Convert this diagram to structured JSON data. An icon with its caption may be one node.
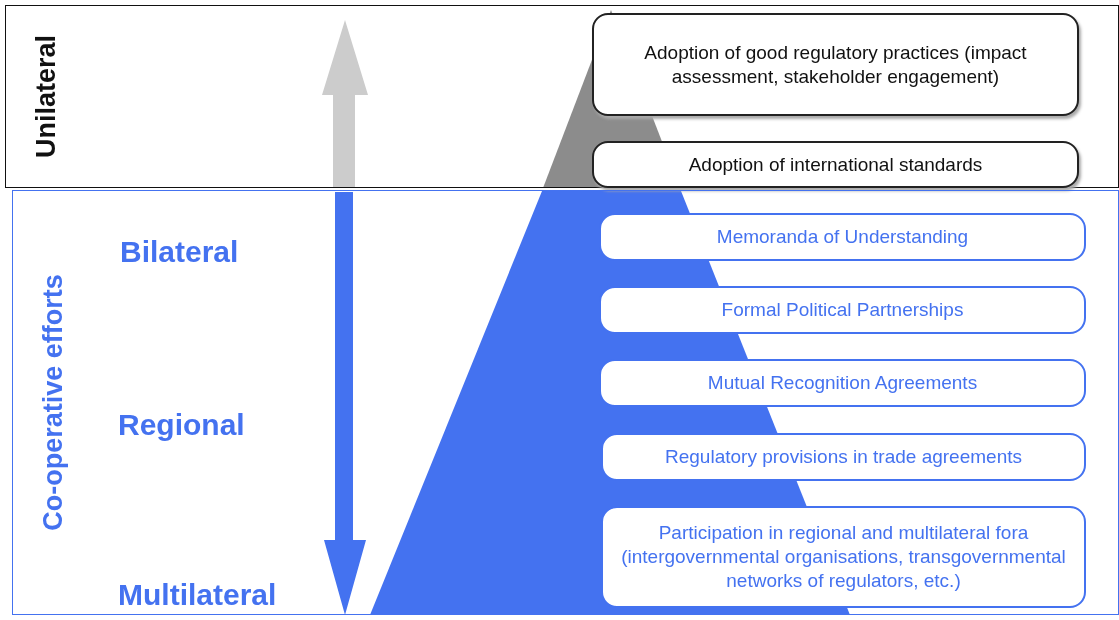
{
  "diagram": {
    "nodes": [
      {
        "text": [
          "Unilateral"
        ]
      },
      {
        "text": [
          "Adoption of good regulatory practices (impact assessment, stakeholder engagement)"
        ],
        "in": 0
      },
      {
        "text": [
          "Adoption of international standards"
        ],
        "in": 0
      },
      {
        "text": [
          "Co-operative efforts"
        ]
      },
      {
        "text": [
          "Memoranda of Understanding"
        ],
        "in": 3
      },
      {
        "text": [
          "Formal Political Partnerships"
        ],
        "in": 3
      },
      {
        "text": [
          "Mutual Recognition Agreements"
        ],
        "in": 3
      },
      {
        "text": [
          "Regulatory provisions in trade agreements"
        ],
        "in": 3
      },
      {
        "text": [
          "Participation in regional and multilateral fora (intergovernmental organisations, transgovernmental networks of regulators, etc.)"
        ],
        "in": 3
      }
    ],
    "edges": [],
    "labels": [
      "Bilateral",
      "Regional",
      "Multilateral"
    ]
  }
}
